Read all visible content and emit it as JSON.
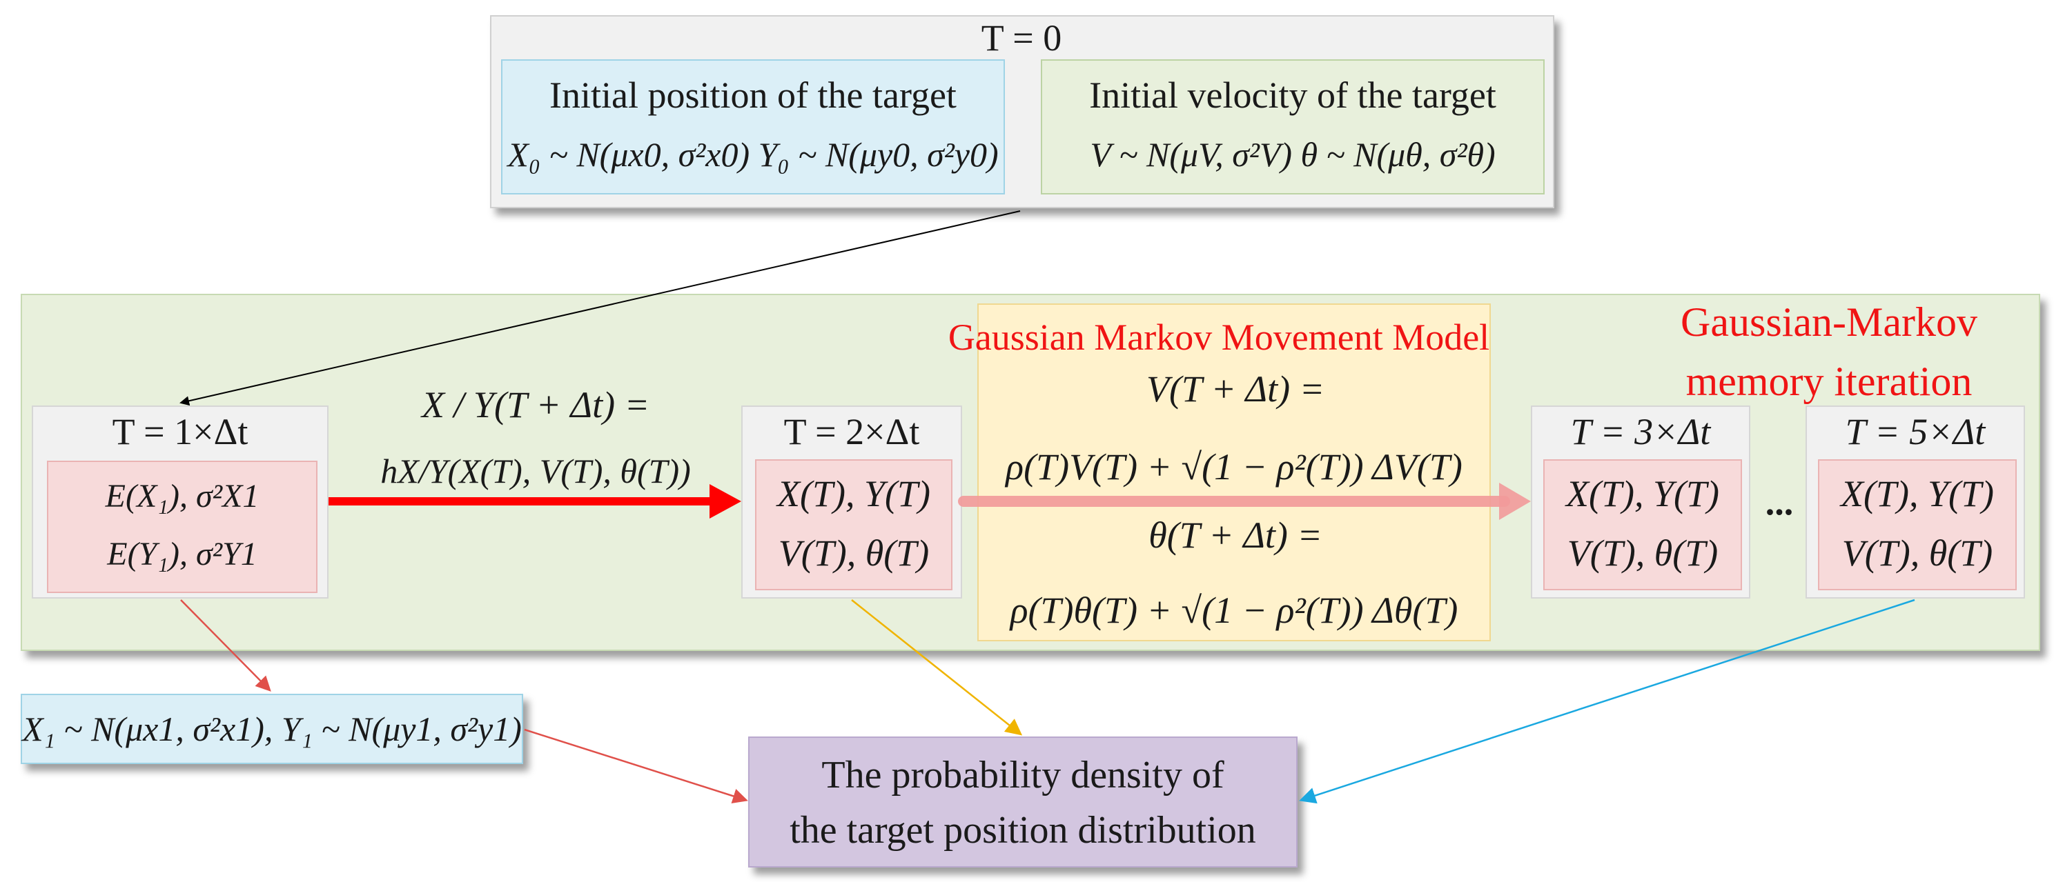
{
  "t0_box": {
    "title": "T = 0",
    "position": {
      "heading": "Initial position of the target",
      "formula": "X₀ ~ N(μx0, σ²x0) Y₀ ~ N(μy0, σ²y0)"
    },
    "velocity": {
      "heading": "Initial velocity of the target",
      "formula": "V ~ N(μV, σ²V)   θ ~ N(μθ, σ²θ)"
    }
  },
  "iteration_title": "Gaussian-Markov memory iteration",
  "model_title": "Gaussian Markov Movement Model",
  "state1": {
    "title": "T = 1×Δt",
    "line1": "E(X₁), σ²X1",
    "line2": "E(Y₁), σ²Y1"
  },
  "state2": {
    "title": "T = 2×Δt",
    "line1": "X(T), Y(T)",
    "line2": "V(T), θ(T)"
  },
  "state3": {
    "title": "T = 3×Δt",
    "line1": "X(T), Y(T)",
    "line2": "V(T), θ(T)"
  },
  "state5": {
    "title": "T = 5×Δt",
    "line1": "X(T), Y(T)",
    "line2": "V(T), θ(T)"
  },
  "ellipsis": "...",
  "transition": {
    "line1": "X / Y(T + Δt) =",
    "line2": "hX/Y(X(T), V(T), θ(T))"
  },
  "model_equations": {
    "v_lhs": "V(T + Δt) =",
    "v_rhs": "ρ(T)V(T) + √(1 − ρ²(T)) ΔV(T)",
    "theta_lhs": "θ(T + Δt) =",
    "theta_rhs": "ρ(T)θ(T) + √(1 − ρ²(T)) Δθ(T)"
  },
  "distribution_box": "X₁ ~ N(μx1, σ²x1), Y₁ ~ N(μy1, σ²y1)",
  "output_box": {
    "line1": "The probability density of",
    "line2": "the target position distribution"
  },
  "colors": {
    "light_blue": "#dbeff7",
    "light_green": "#e8f0dc",
    "light_red": "#f7dada",
    "light_yellow": "#fff2cc",
    "light_purple": "#d3c6e0",
    "light_gray": "#f1f1f1",
    "red": "#f01414",
    "arrow_orange": "#f0b400",
    "arrow_blue": "#1aa8e0",
    "arrow_red": "#e0504a"
  }
}
